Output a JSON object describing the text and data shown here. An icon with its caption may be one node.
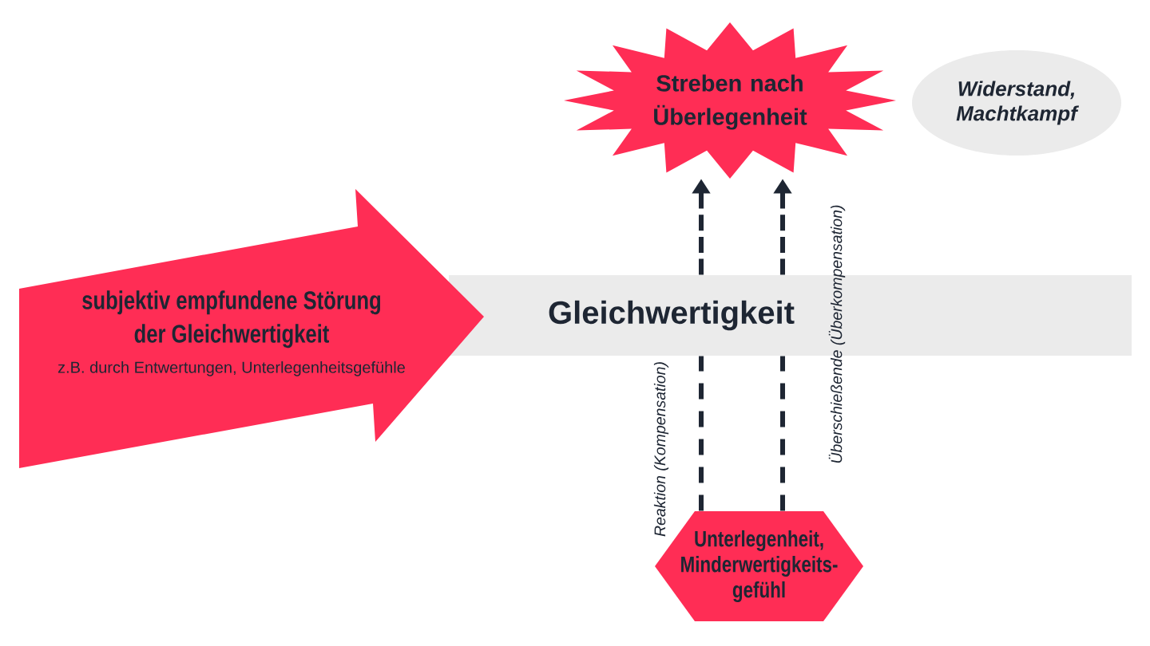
{
  "diagram": {
    "nodes": [
      {
        "text": [
          "Streben nach Überlegenheit"
        ]
      },
      {
        "text": [
          "Widerstand, Machtkampf"
        ]
      },
      {
        "text": [
          "subjektiv empfundene Störung der Gleichwertigkeit",
          "z.B. durch Entwertungen, Unterlegenheitsgefühle"
        ]
      },
      {
        "text": [
          "Gleichwertigkeit"
        ]
      },
      {
        "text": [
          "Unterlegenheit, Minderwertigkeits- gefühl"
        ]
      }
    ],
    "edges": [
      {
        "from": 4,
        "to": 3,
        "arrow": "none",
        "style": "dashed",
        "label": "Reaktion (Kompensation)"
      },
      {
        "from": 3,
        "to": 0,
        "arrow": "to",
        "style": "dashed"
      },
      {
        "from": 4,
        "to": 3,
        "arrow": "none",
        "style": "dashed",
        "label": "Überschießende (Überkompensation)"
      },
      {
        "from": 3,
        "to": 0,
        "arrow": "to",
        "style": "dashed"
      }
    ]
  }
}
